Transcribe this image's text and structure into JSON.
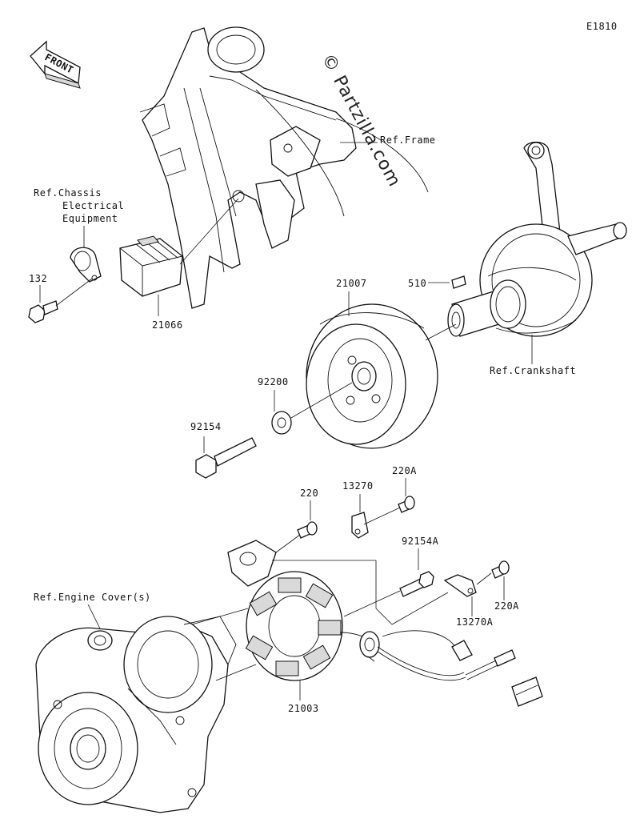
{
  "diagram_id": "E1810",
  "front_label": "FRONT",
  "watermark": "© Partzilla.com",
  "labels": {
    "ref_frame": "Ref.Frame",
    "ref_chassis_1": "Ref.Chassis",
    "ref_chassis_2": "Electrical",
    "ref_chassis_3": "Equipment",
    "ref_crankshaft": "Ref.Crankshaft",
    "ref_engine_cover": "Ref.Engine Cover(s)"
  },
  "parts": [
    {
      "id": "p132",
      "number": "132"
    },
    {
      "id": "p21066",
      "number": "21066"
    },
    {
      "id": "p21007",
      "number": "21007"
    },
    {
      "id": "p510",
      "number": "510"
    },
    {
      "id": "p92200",
      "number": "92200"
    },
    {
      "id": "p92154",
      "number": "92154"
    },
    {
      "id": "p220",
      "number": "220"
    },
    {
      "id": "p13270",
      "number": "13270"
    },
    {
      "id": "p220A_top",
      "number": "220A"
    },
    {
      "id": "p92154A",
      "number": "92154A"
    },
    {
      "id": "p220A_side",
      "number": "220A"
    },
    {
      "id": "p13270A",
      "number": "13270A"
    },
    {
      "id": "p21003",
      "number": "21003"
    }
  ]
}
